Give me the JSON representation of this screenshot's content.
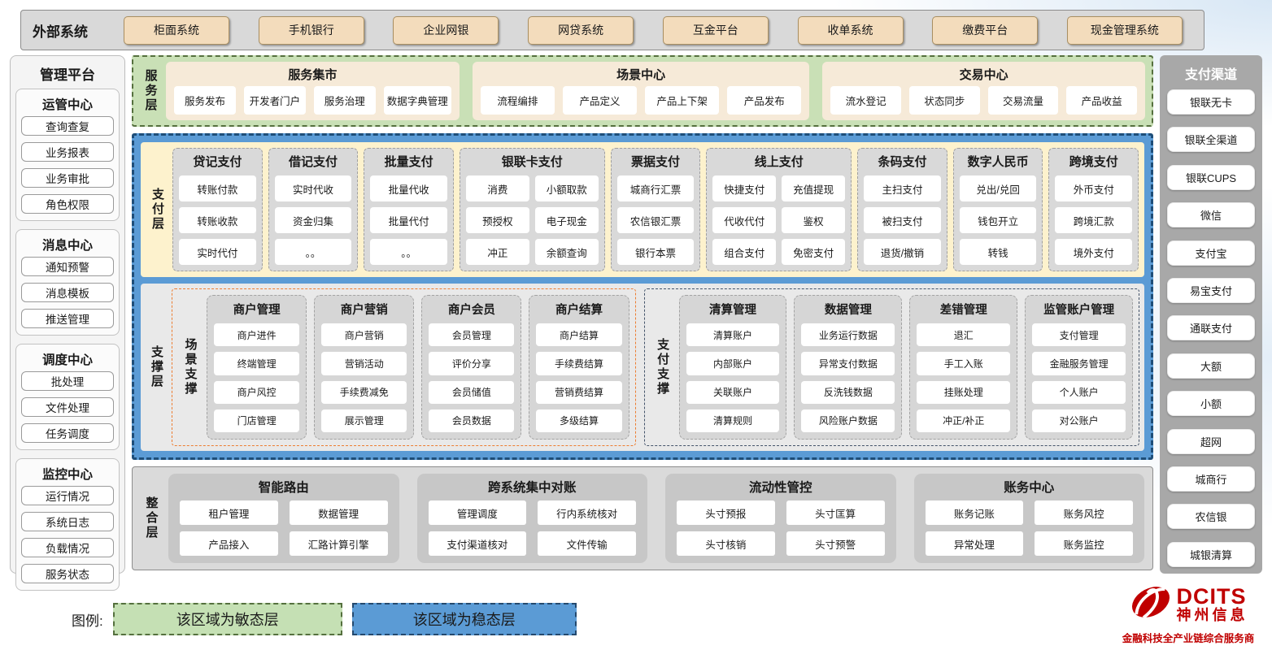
{
  "external": {
    "label": "外部系统",
    "items": [
      "柜面系统",
      "手机银行",
      "企业网银",
      "网贷系统",
      "互金平台",
      "收单系统",
      "缴费平台",
      "现金管理系统"
    ]
  },
  "management": {
    "title": "管理平台",
    "sections": [
      {
        "title": "运管中心",
        "items": [
          "查询查复",
          "业务报表",
          "业务审批",
          "角色权限"
        ]
      },
      {
        "title": "消息中心",
        "items": [
          "通知预警",
          "消息模板",
          "推送管理"
        ]
      },
      {
        "title": "调度中心",
        "items": [
          "批处理",
          "文件处理",
          "任务调度"
        ]
      },
      {
        "title": "监控中心",
        "items": [
          "运行情况",
          "系统日志",
          "负载情况",
          "服务状态"
        ]
      }
    ]
  },
  "service_layer": {
    "label": "服务层",
    "groups": [
      {
        "title": "服务集市",
        "items": [
          "服务发布",
          "开发者门户",
          "服务治理",
          "数据字典管理"
        ]
      },
      {
        "title": "场景中心",
        "items": [
          "流程编排",
          "产品定义",
          "产品上下架",
          "产品发布"
        ]
      },
      {
        "title": "交易中心",
        "items": [
          "流水登记",
          "状态同步",
          "交易流量",
          "产品收益"
        ]
      }
    ]
  },
  "payment_layer": {
    "label": "支付层",
    "columns": [
      {
        "title": "贷记支付",
        "cols": 1,
        "items": [
          "转账付款",
          "转账收款",
          "实时代付"
        ]
      },
      {
        "title": "借记支付",
        "cols": 1,
        "items": [
          "实时代收",
          "资金归集",
          "。。"
        ]
      },
      {
        "title": "批量支付",
        "cols": 1,
        "items": [
          "批量代收",
          "批量代付",
          "。。"
        ]
      },
      {
        "title": "银联卡支付",
        "cols": 2,
        "items": [
          "消费",
          "小额取款",
          "预授权",
          "电子现金",
          "冲正",
          "余额查询"
        ]
      },
      {
        "title": "票据支付",
        "cols": 1,
        "items": [
          "城商行汇票",
          "农信银汇票",
          "银行本票"
        ]
      },
      {
        "title": "线上支付",
        "cols": 2,
        "items": [
          "快捷支付",
          "充值提现",
          "代收代付",
          "鉴权",
          "组合支付",
          "免密支付"
        ]
      },
      {
        "title": "条码支付",
        "cols": 1,
        "items": [
          "主扫支付",
          "被扫支付",
          "退货/撤销"
        ]
      },
      {
        "title": "数字人民币",
        "cols": 1,
        "items": [
          "兑出/兑回",
          "钱包开立",
          "转钱"
        ]
      },
      {
        "title": "跨境支付",
        "cols": 1,
        "items": [
          "外币支付",
          "跨境汇款",
          "境外支付"
        ]
      }
    ]
  },
  "support_layer": {
    "label": "支撑层",
    "zones": [
      {
        "label": "场景支撑",
        "groups": [
          {
            "title": "商户管理",
            "items": [
              "商户进件",
              "终端管理",
              "商户风控",
              "门店管理"
            ]
          },
          {
            "title": "商户营销",
            "items": [
              "商户营销",
              "营销活动",
              "手续费减免",
              "展示管理"
            ]
          },
          {
            "title": "商户会员",
            "items": [
              "会员管理",
              "评价分享",
              "会员储值",
              "会员数据"
            ]
          },
          {
            "title": "商户结算",
            "items": [
              "商户结算",
              "手续费结算",
              "营销费结算",
              "多级结算"
            ]
          }
        ]
      },
      {
        "label": "支付支撑",
        "groups": [
          {
            "title": "清算管理",
            "items": [
              "清算账户",
              "内部账户",
              "关联账户",
              "清算规则"
            ]
          },
          {
            "title": "数据管理",
            "items": [
              "业务运行数据",
              "异常支付数据",
              "反洗钱数据",
              "风险账户数据"
            ]
          },
          {
            "title": "差错管理",
            "items": [
              "退汇",
              "手工入账",
              "挂账处理",
              "冲正/补正"
            ]
          },
          {
            "title": "监管账户管理",
            "items": [
              "支付管理",
              "金融服务管理",
              "个人账户",
              "对公账户"
            ]
          }
        ]
      }
    ]
  },
  "integration_layer": {
    "label": "整合层",
    "groups": [
      {
        "title": "智能路由",
        "items": [
          "租户管理",
          "数据管理",
          "产品接入",
          "汇路计算引擎"
        ]
      },
      {
        "title": "跨系统集中对账",
        "items": [
          "管理调度",
          "行内系统核对",
          "支付渠道核对",
          "文件传输"
        ]
      },
      {
        "title": "流动性管控",
        "items": [
          "头寸预报",
          "头寸匡算",
          "头寸核销",
          "头寸预警"
        ]
      },
      {
        "title": "账务中心",
        "items": [
          "账务记账",
          "账务风控",
          "异常处理",
          "账务监控"
        ]
      }
    ]
  },
  "channels": {
    "title": "支付渠道",
    "items": [
      "银联无卡",
      "银联全渠道",
      "银联CUPS",
      "微信",
      "支付宝",
      "易宝支付",
      "通联支付",
      "大额",
      "小额",
      "超网",
      "城商行",
      "农信银",
      "城银清算"
    ]
  },
  "legend": {
    "label": "图例:",
    "agile": "该区域为敏态层",
    "stable": "该区域为稳态层"
  },
  "logo": {
    "brand": "DCITS",
    "cn": "神州信息",
    "tagline": "金融科技全产业链综合服务商",
    "icon": "swirl-galaxy-icon"
  },
  "colors": {
    "stable_blue": "#5b9bd5",
    "agile_green": "#c5e0b4",
    "payment_yellow": "#fdf2cd",
    "button_peach": "#f3dcbc",
    "panel_gray": "#d9d9d9",
    "brand_red": "#c00000",
    "scene_dash_orange": "#ed7d31",
    "pay_dash_navy": "#44546a"
  }
}
